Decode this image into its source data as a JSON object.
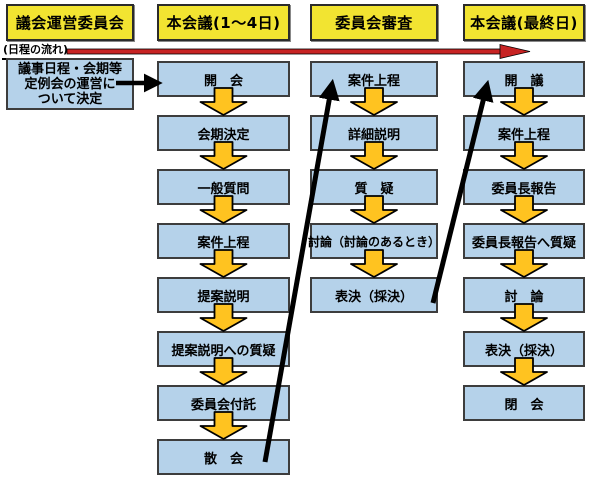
{
  "palette": {
    "header_bg": "#f2e431",
    "box_bg": "#b5d2ea",
    "gold_arrow": "#ffc320",
    "red_arrow": "#c72323",
    "black": "#000000"
  },
  "flow_label": "(日程の流れ)",
  "note_box": {
    "lines": [
      "議事日程・会期等",
      "定例会の運営に",
      "ついて決定"
    ]
  },
  "columns": [
    {
      "header": "議会運営委員会",
      "steps": []
    },
    {
      "header": "本会議(1～4日)",
      "steps": [
        "開　会",
        "会期決定",
        "一般質問",
        "案件上程",
        "提案説明",
        "提案説明への質疑",
        "委員会付託",
        "散　会"
      ]
    },
    {
      "header": "委員会審査",
      "steps": [
        "案件上程",
        "詳細説明",
        "質　疑",
        "討論（討論のあるとき）",
        "表決（採決）"
      ]
    },
    {
      "header": "本会議(最終日)",
      "steps": [
        "開　議",
        "案件上程",
        "委員長報告",
        "委員長報告へ質疑",
        "討　論",
        "表決（採決）",
        "閉　会"
      ]
    }
  ]
}
